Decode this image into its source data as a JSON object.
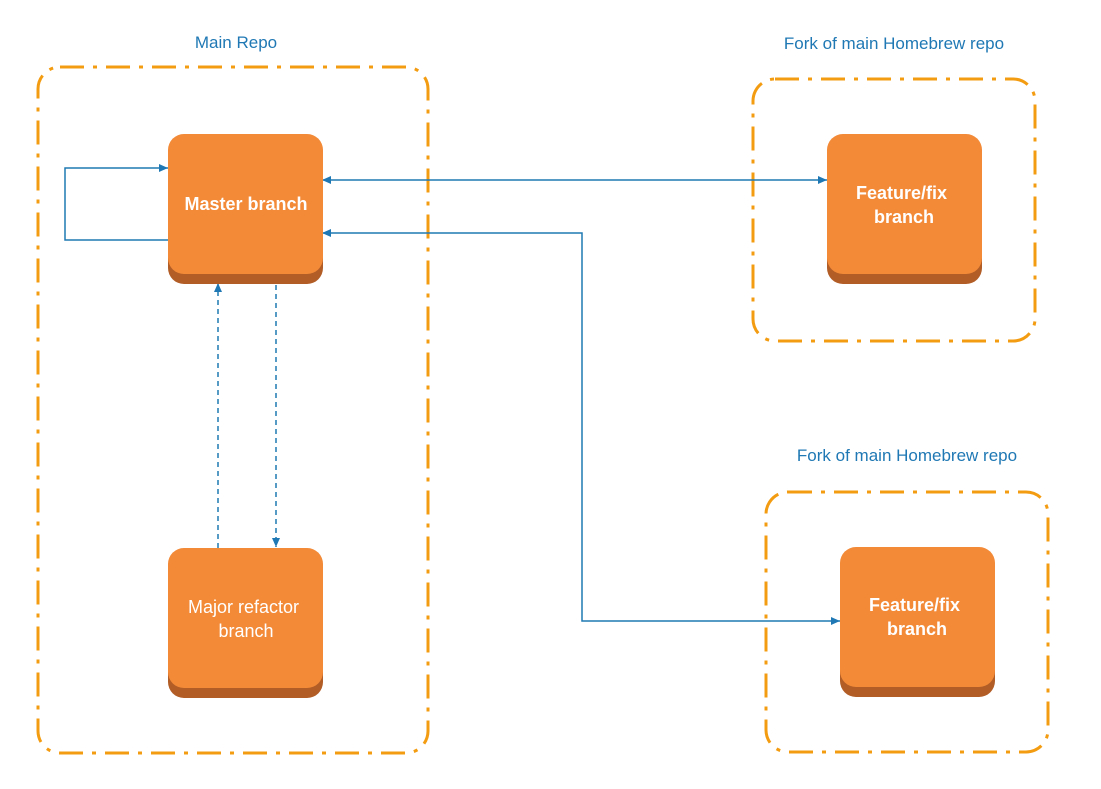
{
  "colors": {
    "group_border": "#f39c12",
    "node_fill": "#f28a38",
    "node_shadow": "#b25d26",
    "connector": "#1f78b4",
    "label_text": "#1f78b4",
    "node_text": "#ffffff"
  },
  "groups": {
    "main_repo": {
      "label": "Main Repo"
    },
    "fork_1": {
      "label": "Fork of main Homebrew repo"
    },
    "fork_2": {
      "label": "Fork of main Homebrew repo"
    }
  },
  "nodes": {
    "master": {
      "lines": [
        "Master branch"
      ]
    },
    "refactor": {
      "lines": [
        "Major refactor",
        "branch"
      ]
    },
    "feature_1": {
      "lines": [
        "Feature/fix",
        "branch"
      ]
    },
    "feature_2": {
      "lines": [
        "Feature/fix",
        "branch"
      ]
    }
  },
  "connections": [
    {
      "from": "master",
      "to": "master",
      "style": "solid",
      "direction": "forward"
    },
    {
      "from": "master",
      "to": "feature_1",
      "style": "solid",
      "direction": "both"
    },
    {
      "from": "feature_2",
      "to": "master",
      "style": "solid",
      "direction": "both"
    },
    {
      "from": "refactor",
      "to": "master",
      "style": "dashed",
      "direction": "forward"
    },
    {
      "from": "master",
      "to": "refactor",
      "style": "dashed",
      "direction": "forward"
    }
  ]
}
